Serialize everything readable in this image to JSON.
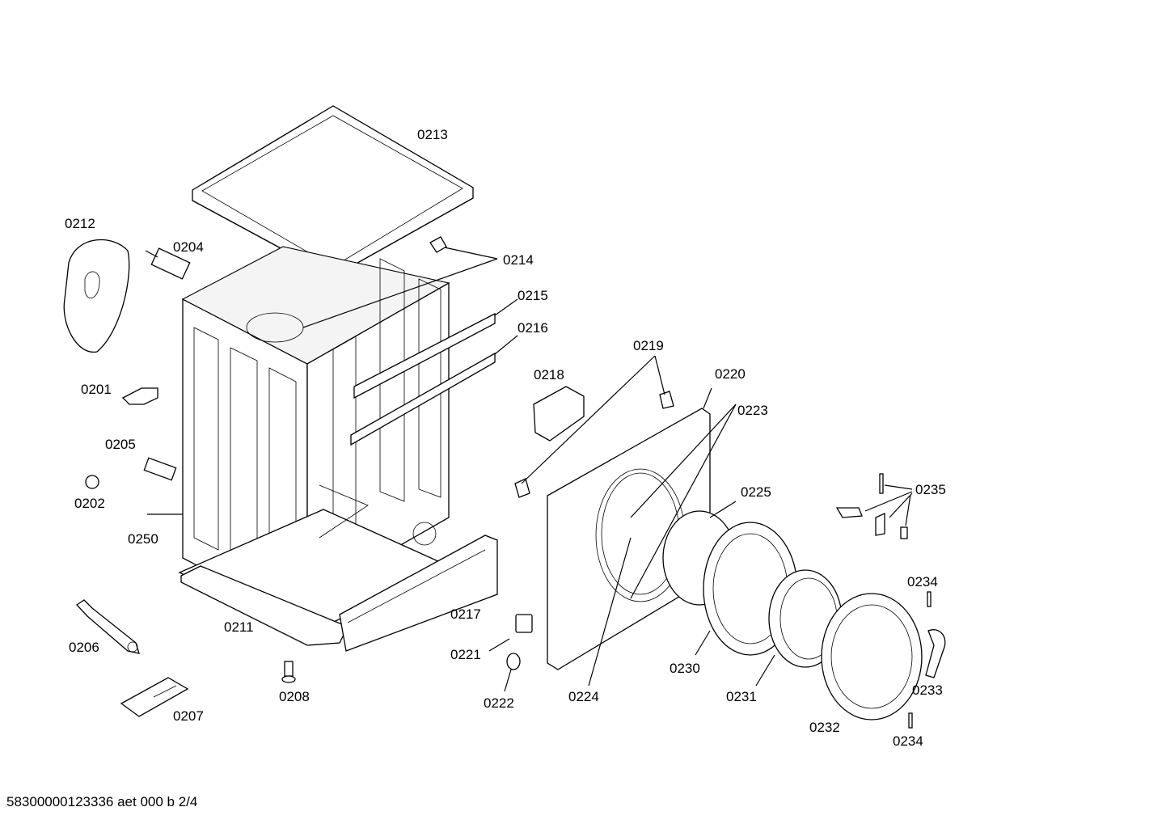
{
  "diagram": {
    "parts": [
      {
        "id": "0213"
      },
      {
        "id": "0212"
      },
      {
        "id": "0204"
      },
      {
        "id": "0214"
      },
      {
        "id": "0215"
      },
      {
        "id": "0216"
      },
      {
        "id": "0201"
      },
      {
        "id": "0205"
      },
      {
        "id": "0202"
      },
      {
        "id": "0250"
      },
      {
        "id": "0218"
      },
      {
        "id": "0219"
      },
      {
        "id": "0220"
      },
      {
        "id": "0223"
      },
      {
        "id": "0225"
      },
      {
        "id": "0235"
      },
      {
        "id": "0217"
      },
      {
        "id": "0211"
      },
      {
        "id": "0206"
      },
      {
        "id": "0207"
      },
      {
        "id": "0208"
      },
      {
        "id": "0221"
      },
      {
        "id": "0222"
      },
      {
        "id": "0224"
      },
      {
        "id": "0230"
      },
      {
        "id": "0231"
      },
      {
        "id": "0232"
      },
      {
        "id": "0234"
      },
      {
        "id": "0233"
      },
      {
        "id": "0234"
      }
    ],
    "footer": "58300000123336 aet 000 b 2/4"
  }
}
